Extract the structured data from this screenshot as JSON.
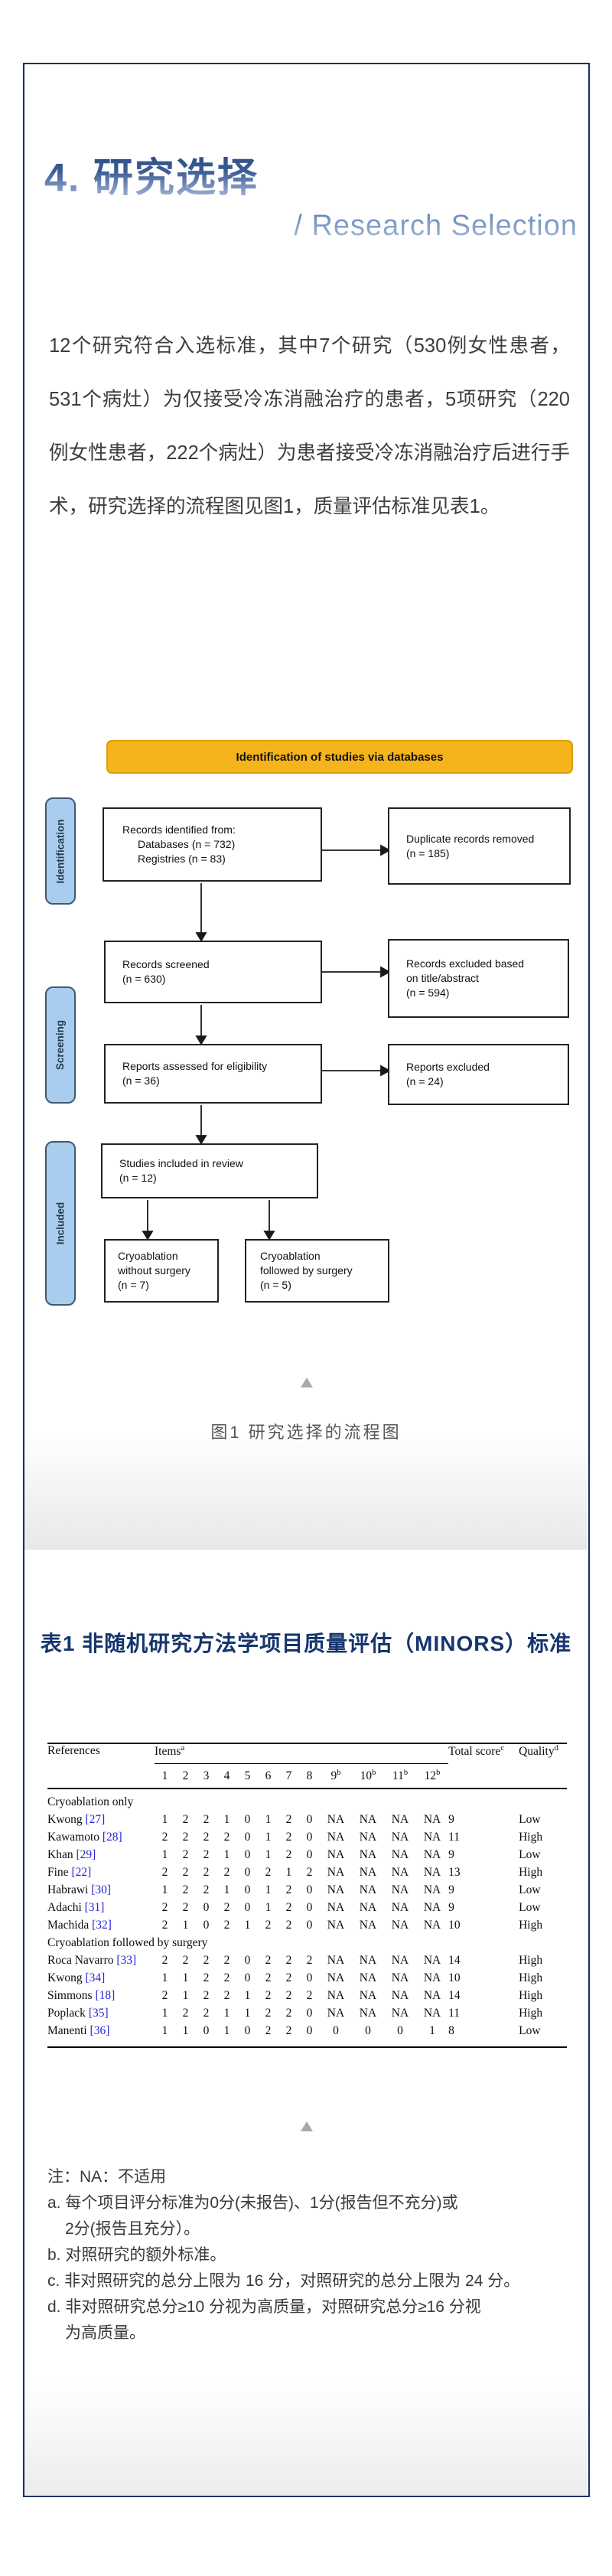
{
  "header": {
    "section_title": "4. 研究选择",
    "section_subtitle": "/ Research Selection"
  },
  "intro_paragraph": "12个研究符合入选标准，其中7个研究（530例女性患者，531个病灶）为仅接受冷冻消融治疗的患者，5项研究（220例女性患者，222个病灶）为患者接受冷冻消融治疗后进行手术，研究选择的流程图见图1，质量评估标准见表1。",
  "flowchart": {
    "banner": "Identification of studies via databases",
    "stages": {
      "identification": "Identification",
      "screening": "Screening",
      "included": "Included"
    },
    "boxes": {
      "identified": {
        "lines": [
          "Records identified from:",
          "Databases (n = 732)",
          "Registries (n = 83)"
        ]
      },
      "duplicates_removed": {
        "lines": [
          "Duplicate records removed",
          "(n = 185)"
        ]
      },
      "screened": {
        "lines": [
          "Records screened",
          "(n = 630)"
        ]
      },
      "excluded_title_abstract": {
        "lines": [
          "Records excluded based",
          "on title/abstract",
          "(n = 594)"
        ]
      },
      "assessed": {
        "lines": [
          "Reports assessed for eligibility",
          "(n = 36)"
        ]
      },
      "reports_excluded": {
        "lines": [
          "Reports excluded",
          "(n = 24)"
        ]
      },
      "included_review": {
        "lines": [
          "Studies included in review",
          "(n = 12)"
        ]
      },
      "cryo_without_surgery": {
        "lines": [
          "Cryoablation",
          "without surgery",
          "(n = 7)"
        ]
      },
      "cryo_followed_surgery": {
        "lines": [
          "Cryoablation",
          "followed by surgery",
          "(n = 5)"
        ]
      }
    },
    "colors": {
      "banner_bg": "#f5b41c",
      "stage_bg": "#a9cdee",
      "box_border": "#222222"
    }
  },
  "figure1": {
    "caption": "图1 研究选择的流程图",
    "collapse_icon": "triangle-up"
  },
  "table1": {
    "title": "表1 非随机研究方法学项目质量评估（MINORS）标准",
    "header": {
      "references": "References",
      "items": "Items",
      "items_sup": "a",
      "item_cols": [
        {
          "label": "1",
          "sup": ""
        },
        {
          "label": "2",
          "sup": ""
        },
        {
          "label": "3",
          "sup": ""
        },
        {
          "label": "4",
          "sup": ""
        },
        {
          "label": "5",
          "sup": ""
        },
        {
          "label": "6",
          "sup": ""
        },
        {
          "label": "7",
          "sup": ""
        },
        {
          "label": "8",
          "sup": ""
        },
        {
          "label": "9",
          "sup": "b"
        },
        {
          "label": "10",
          "sup": "b"
        },
        {
          "label": "11",
          "sup": "b"
        },
        {
          "label": "12",
          "sup": "b"
        }
      ],
      "total": "Total score",
      "total_sup": "c",
      "quality": "Quality",
      "quality_sup": "d"
    },
    "rows": [
      {
        "section": "Cryoablation only"
      },
      {
        "ref": "Kwong",
        "cite": "[27]",
        "items": [
          "1",
          "2",
          "2",
          "1",
          "0",
          "1",
          "2",
          "0",
          "NA",
          "NA",
          "NA",
          "NA"
        ],
        "total": "9",
        "quality": "Low"
      },
      {
        "ref": "Kawamoto",
        "cite": "[28]",
        "items": [
          "2",
          "2",
          "2",
          "2",
          "0",
          "1",
          "2",
          "0",
          "NA",
          "NA",
          "NA",
          "NA"
        ],
        "total": "11",
        "quality": "High"
      },
      {
        "ref": "Khan",
        "cite": "[29]",
        "items": [
          "1",
          "2",
          "2",
          "1",
          "0",
          "1",
          "2",
          "0",
          "NA",
          "NA",
          "NA",
          "NA"
        ],
        "total": "9",
        "quality": "Low"
      },
      {
        "ref": "Fine",
        "cite": "[22]",
        "items": [
          "2",
          "2",
          "2",
          "2",
          "0",
          "2",
          "1",
          "2",
          "NA",
          "NA",
          "NA",
          "NA"
        ],
        "total": "13",
        "quality": "High"
      },
      {
        "ref": "Habrawi",
        "cite": "[30]",
        "items": [
          "1",
          "2",
          "2",
          "1",
          "0",
          "1",
          "2",
          "0",
          "NA",
          "NA",
          "NA",
          "NA"
        ],
        "total": "9",
        "quality": "Low"
      },
      {
        "ref": "Adachi",
        "cite": "[31]",
        "items": [
          "2",
          "2",
          "0",
          "2",
          "0",
          "1",
          "2",
          "0",
          "NA",
          "NA",
          "NA",
          "NA"
        ],
        "total": "9",
        "quality": "Low"
      },
      {
        "ref": "Machida",
        "cite": "[32]",
        "items": [
          "2",
          "1",
          "0",
          "2",
          "1",
          "2",
          "2",
          "0",
          "NA",
          "NA",
          "NA",
          "NA"
        ],
        "total": "10",
        "quality": "High"
      },
      {
        "section": "Cryoablation followed by surgery"
      },
      {
        "ref": "Roca Navarro",
        "cite": "[33]",
        "items": [
          "2",
          "2",
          "2",
          "2",
          "0",
          "2",
          "2",
          "2",
          "NA",
          "NA",
          "NA",
          "NA"
        ],
        "total": "14",
        "quality": "High"
      },
      {
        "ref": "Kwong",
        "cite": "[34]",
        "items": [
          "1",
          "1",
          "2",
          "2",
          "0",
          "2",
          "2",
          "0",
          "NA",
          "NA",
          "NA",
          "NA"
        ],
        "total": "10",
        "quality": "High"
      },
      {
        "ref": "Simmons",
        "cite": "[18]",
        "items": [
          "2",
          "1",
          "2",
          "2",
          "1",
          "2",
          "2",
          "2",
          "NA",
          "NA",
          "NA",
          "NA"
        ],
        "total": "14",
        "quality": "High"
      },
      {
        "ref": "Poplack",
        "cite": "[35]",
        "items": [
          "1",
          "2",
          "2",
          "1",
          "1",
          "2",
          "2",
          "0",
          "NA",
          "NA",
          "NA",
          "NA"
        ],
        "total": "11",
        "quality": "High"
      },
      {
        "ref": "Manenti",
        "cite": "[36]",
        "items": [
          "1",
          "1",
          "0",
          "1",
          "0",
          "2",
          "2",
          "0",
          "0",
          "0",
          "0",
          "1"
        ],
        "total": "8",
        "quality": "Low"
      }
    ],
    "collapse_icon": "triangle-up"
  },
  "notes": {
    "lines": [
      {
        "text": "注：NA：不适用",
        "indent": 0
      },
      {
        "text": "a. 每个项目评分标准为0分(未报告)、1分(报告但不充分)或",
        "indent": 0
      },
      {
        "text": "2分(报告且充分）。",
        "indent": 1
      },
      {
        "text": "b. 对照研究的额外标准。",
        "indent": 0
      },
      {
        "text": "c. 非对照研究的总分上限为 16 分，对照研究的总分上限为 24 分。",
        "indent": 0
      },
      {
        "text": "d. 非对照研究总分≥10 分视为高质量，对照研究总分≥16 分视",
        "indent": 0
      },
      {
        "text": "为高质量。",
        "indent": 1
      }
    ]
  },
  "colors": {
    "card_border": "#12306b",
    "title_gradient_top": "#24447f",
    "title_gradient_bottom": "#b9c7e2",
    "table_title": "#16356d",
    "citation_link": "#2424d8",
    "collapse_icon_gray": "#a9a9a9"
  }
}
